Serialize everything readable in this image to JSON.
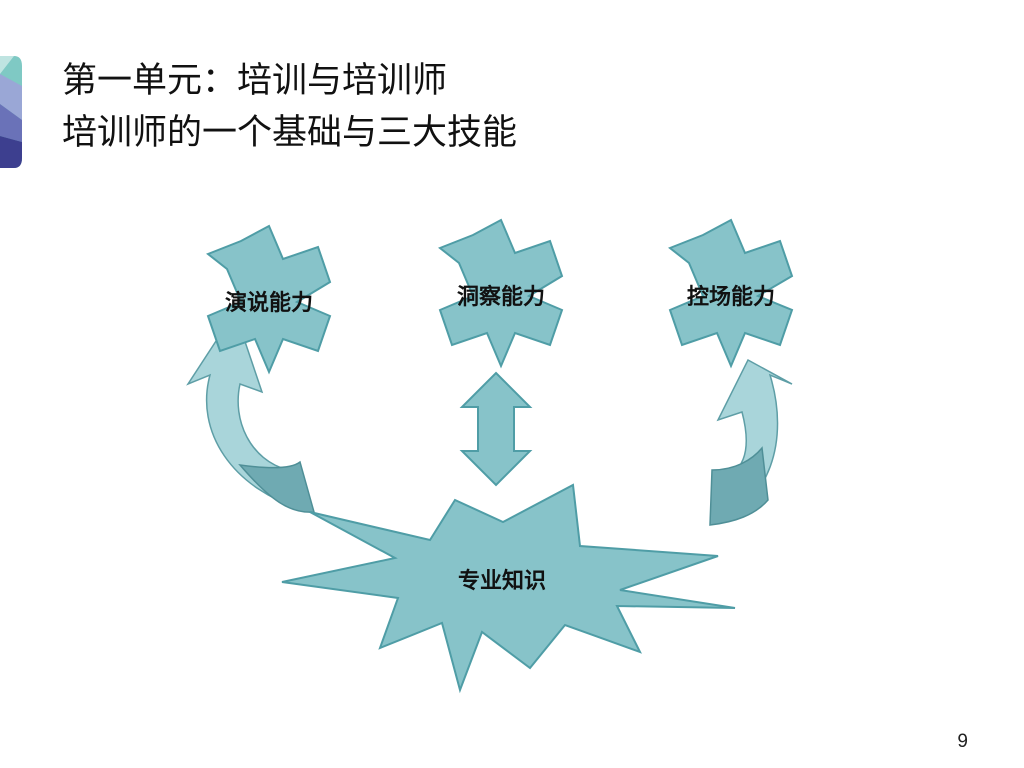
{
  "slide": {
    "title_line1": "第一单元：培训与培训师",
    "title_line2": "培训师的一个基础与三大技能",
    "page_number": "9"
  },
  "diagram": {
    "nodes": [
      {
        "id": "speech",
        "label": "演说能力"
      },
      {
        "id": "insight",
        "label": "洞察能力"
      },
      {
        "id": "control",
        "label": "控场能力"
      },
      {
        "id": "knowledge",
        "label": "专业知识"
      }
    ],
    "connections": [
      {
        "from": "knowledge",
        "to": "speech",
        "style": "curved-arrow"
      },
      {
        "from": "knowledge",
        "to": "insight",
        "style": "double-arrow"
      },
      {
        "from": "knowledge",
        "to": "control",
        "style": "curved-arrow"
      }
    ]
  },
  "colors": {
    "shape_fill": "#87C3C9",
    "shape_stroke": "#4F9DA6",
    "arrow_dark": "#6FAAB2",
    "arrow_light": "#A9D5DA"
  }
}
